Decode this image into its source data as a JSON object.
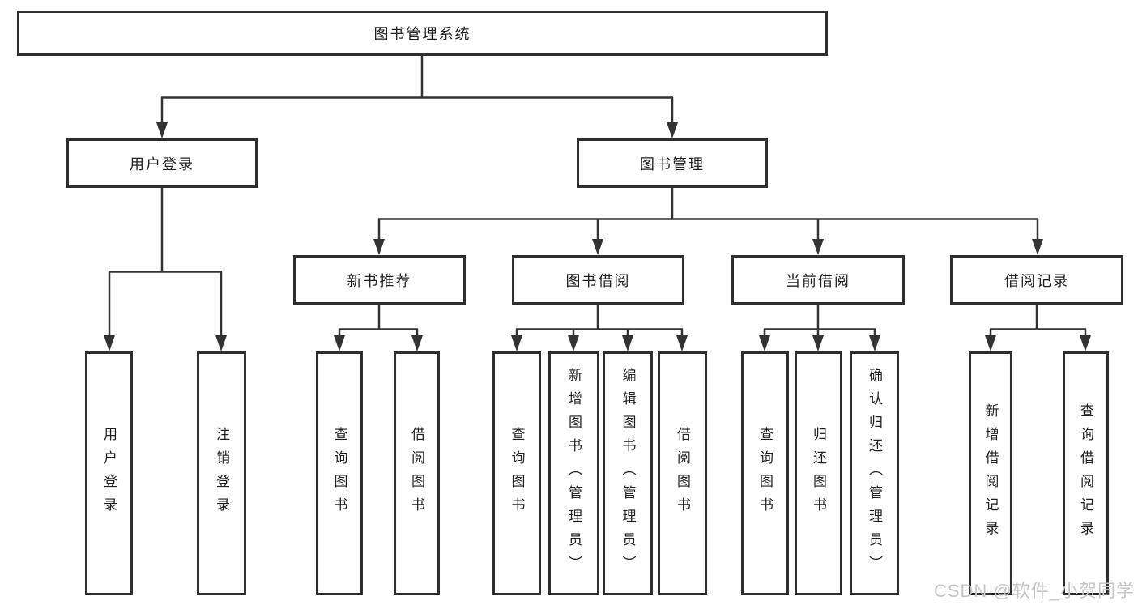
{
  "diagram": {
    "root": {
      "label": "图书管理系统",
      "children": [
        {
          "label": "用户登录",
          "children": [
            {
              "label": "用户登录"
            },
            {
              "label": "注销登录"
            }
          ]
        },
        {
          "label": "图书管理",
          "children": [
            {
              "label": "新书推荐",
              "children": [
                {
                  "label": "查询图书"
                },
                {
                  "label": "借阅图书"
                }
              ]
            },
            {
              "label": "图书借阅",
              "children": [
                {
                  "label": "查询图书"
                },
                {
                  "label": "新增图书（管理员）"
                },
                {
                  "label": "编辑图书（管理员）"
                },
                {
                  "label": "借阅图书"
                }
              ]
            },
            {
              "label": "当前借阅",
              "children": [
                {
                  "label": "查询图书"
                },
                {
                  "label": "归还图书"
                },
                {
                  "label": "确认归还（管理员）"
                }
              ]
            },
            {
              "label": "借阅记录",
              "children": [
                {
                  "label": "新增借阅记录"
                },
                {
                  "label": "查询借阅记录"
                }
              ]
            }
          ]
        }
      ]
    }
  },
  "watermark": {
    "text": "CSDN @软件_小贺同学",
    "color": "#c6c6c6"
  },
  "colors": {
    "background": "#ffffff",
    "border": "#2e2e2e",
    "line": "#333333",
    "text": "#1f1f1f"
  }
}
